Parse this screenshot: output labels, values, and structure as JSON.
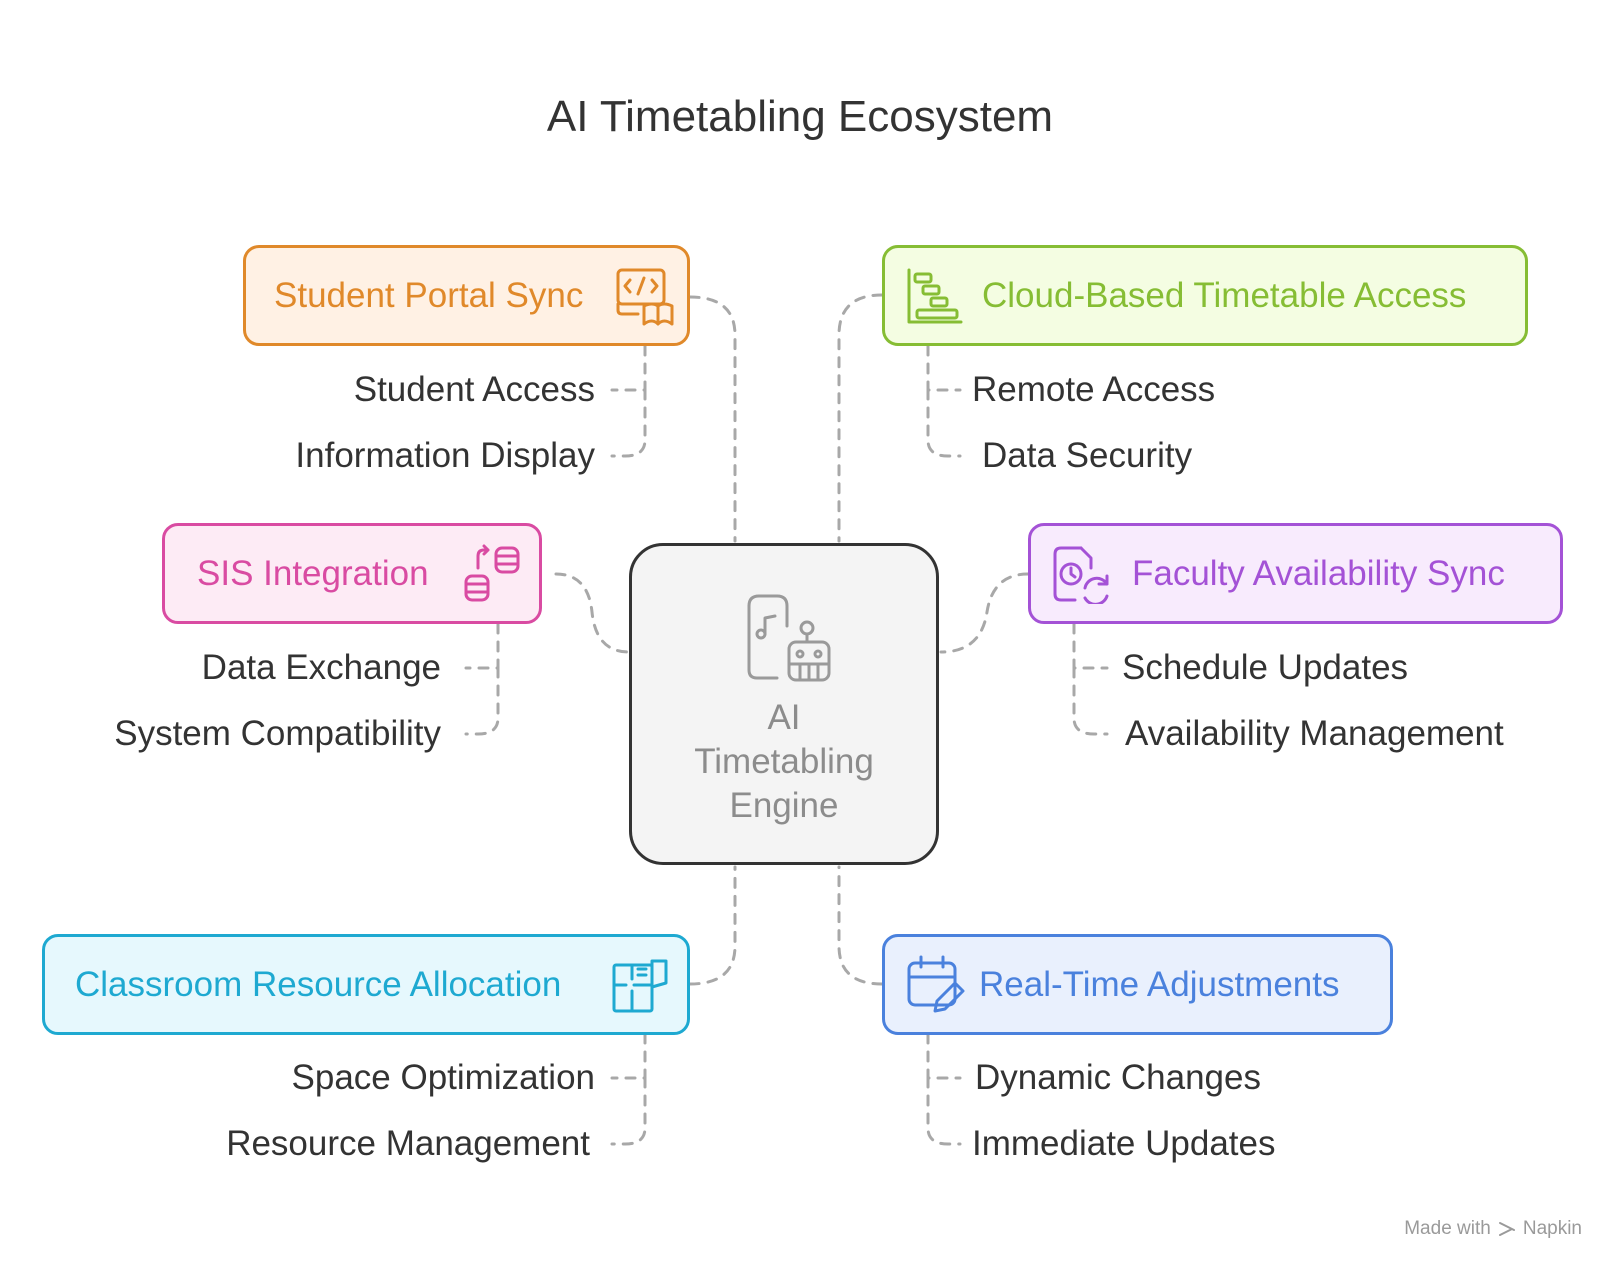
{
  "title": "AI Timetabling Ecosystem",
  "center": {
    "label": "AI Timetabling Engine",
    "icon": "ai-robot-phone-icon",
    "color": "#8c8c8c"
  },
  "nodes": [
    {
      "id": "student-portal",
      "label": "Student Portal Sync",
      "icon": "code-book-icon",
      "color": "#e0892a",
      "fill": "#fff1e4",
      "items": [
        "Student Access",
        "Information Display"
      ]
    },
    {
      "id": "cloud-access",
      "label": "Cloud-Based Timetable Access",
      "icon": "gantt-chart-icon",
      "color": "#86bd34",
      "fill": "#f4fde2",
      "items": [
        "Remote Access",
        "Data Security"
      ]
    },
    {
      "id": "sis-integration",
      "label": "SIS Integration",
      "icon": "database-sync-icon",
      "color": "#d94ba2",
      "fill": "#fdebf5",
      "items": [
        "Data Exchange",
        "System Compatibility"
      ]
    },
    {
      "id": "faculty-sync",
      "label": "Faculty Availability Sync",
      "icon": "calendar-clock-sync-icon",
      "color": "#a452d6",
      "fill": "#f8ebfd",
      "items": [
        "Schedule Updates",
        "Availability Management"
      ]
    },
    {
      "id": "classroom",
      "label": "Classroom Resource Allocation",
      "icon": "floor-plan-icon",
      "color": "#1ea9d1",
      "fill": "#e6f8fd",
      "items": [
        "Space Optimization",
        "Resource Management"
      ]
    },
    {
      "id": "realtime",
      "label": "Real-Time Adjustments",
      "icon": "calendar-edit-icon",
      "color": "#4a81dd",
      "fill": "#e9f0fd",
      "items": [
        "Dynamic Changes",
        "Immediate Updates"
      ]
    }
  ],
  "credit": {
    "text": "Made with",
    "brand": "Napkin",
    "icon": "napkin-logo-icon"
  }
}
